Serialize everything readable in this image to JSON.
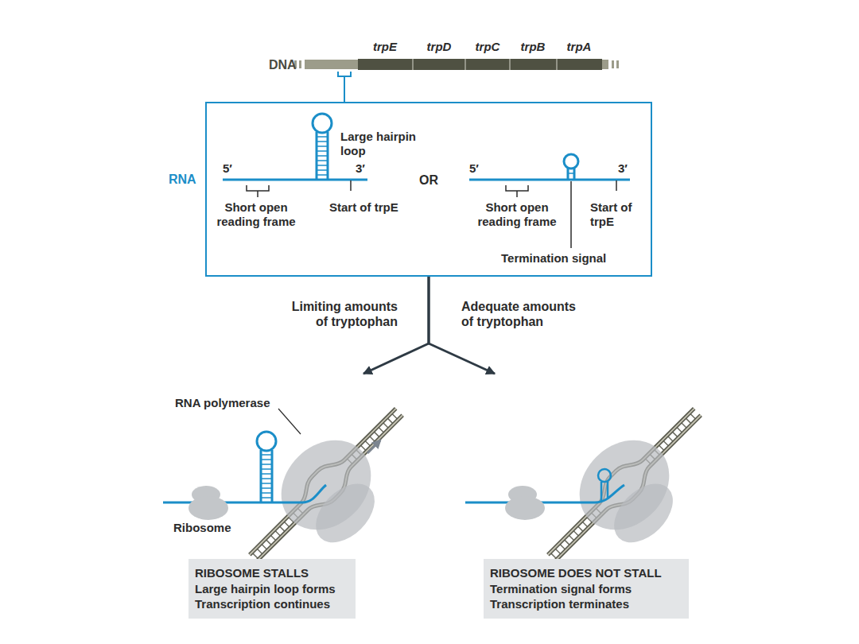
{
  "diagram": {
    "nodes": [
      {
        "text": [
          "Large hairpin loop",
          "5′",
          "3′",
          "RNA",
          "Short open reading frame",
          "Start of trpE",
          "OR",
          "5′",
          "3′",
          "Short open reading frame",
          "Start of trpE",
          "Termination signal"
        ]
      },
      {
        "text": [
          "RIBOSOME STALLS",
          "Large hairpin loop forms",
          "Transcription continues"
        ]
      },
      {
        "text": [
          "RIBOSOME DOES NOT STALL",
          "Termination signal forms",
          "Transcription terminates"
        ]
      }
    ],
    "edges": [
      {
        "from": 0,
        "to": 1,
        "label": "Limiting amounts of tryptophan",
        "arrow": "to"
      },
      {
        "from": 0,
        "to": 2,
        "label": "Adequate amounts of tryptophan",
        "arrow": "to"
      }
    ],
    "labels": [
      "DNA",
      "trpE",
      "trpD",
      "trpC",
      "trpB",
      "trpA",
      "RNA polymerase",
      "Ribosome"
    ]
  }
}
